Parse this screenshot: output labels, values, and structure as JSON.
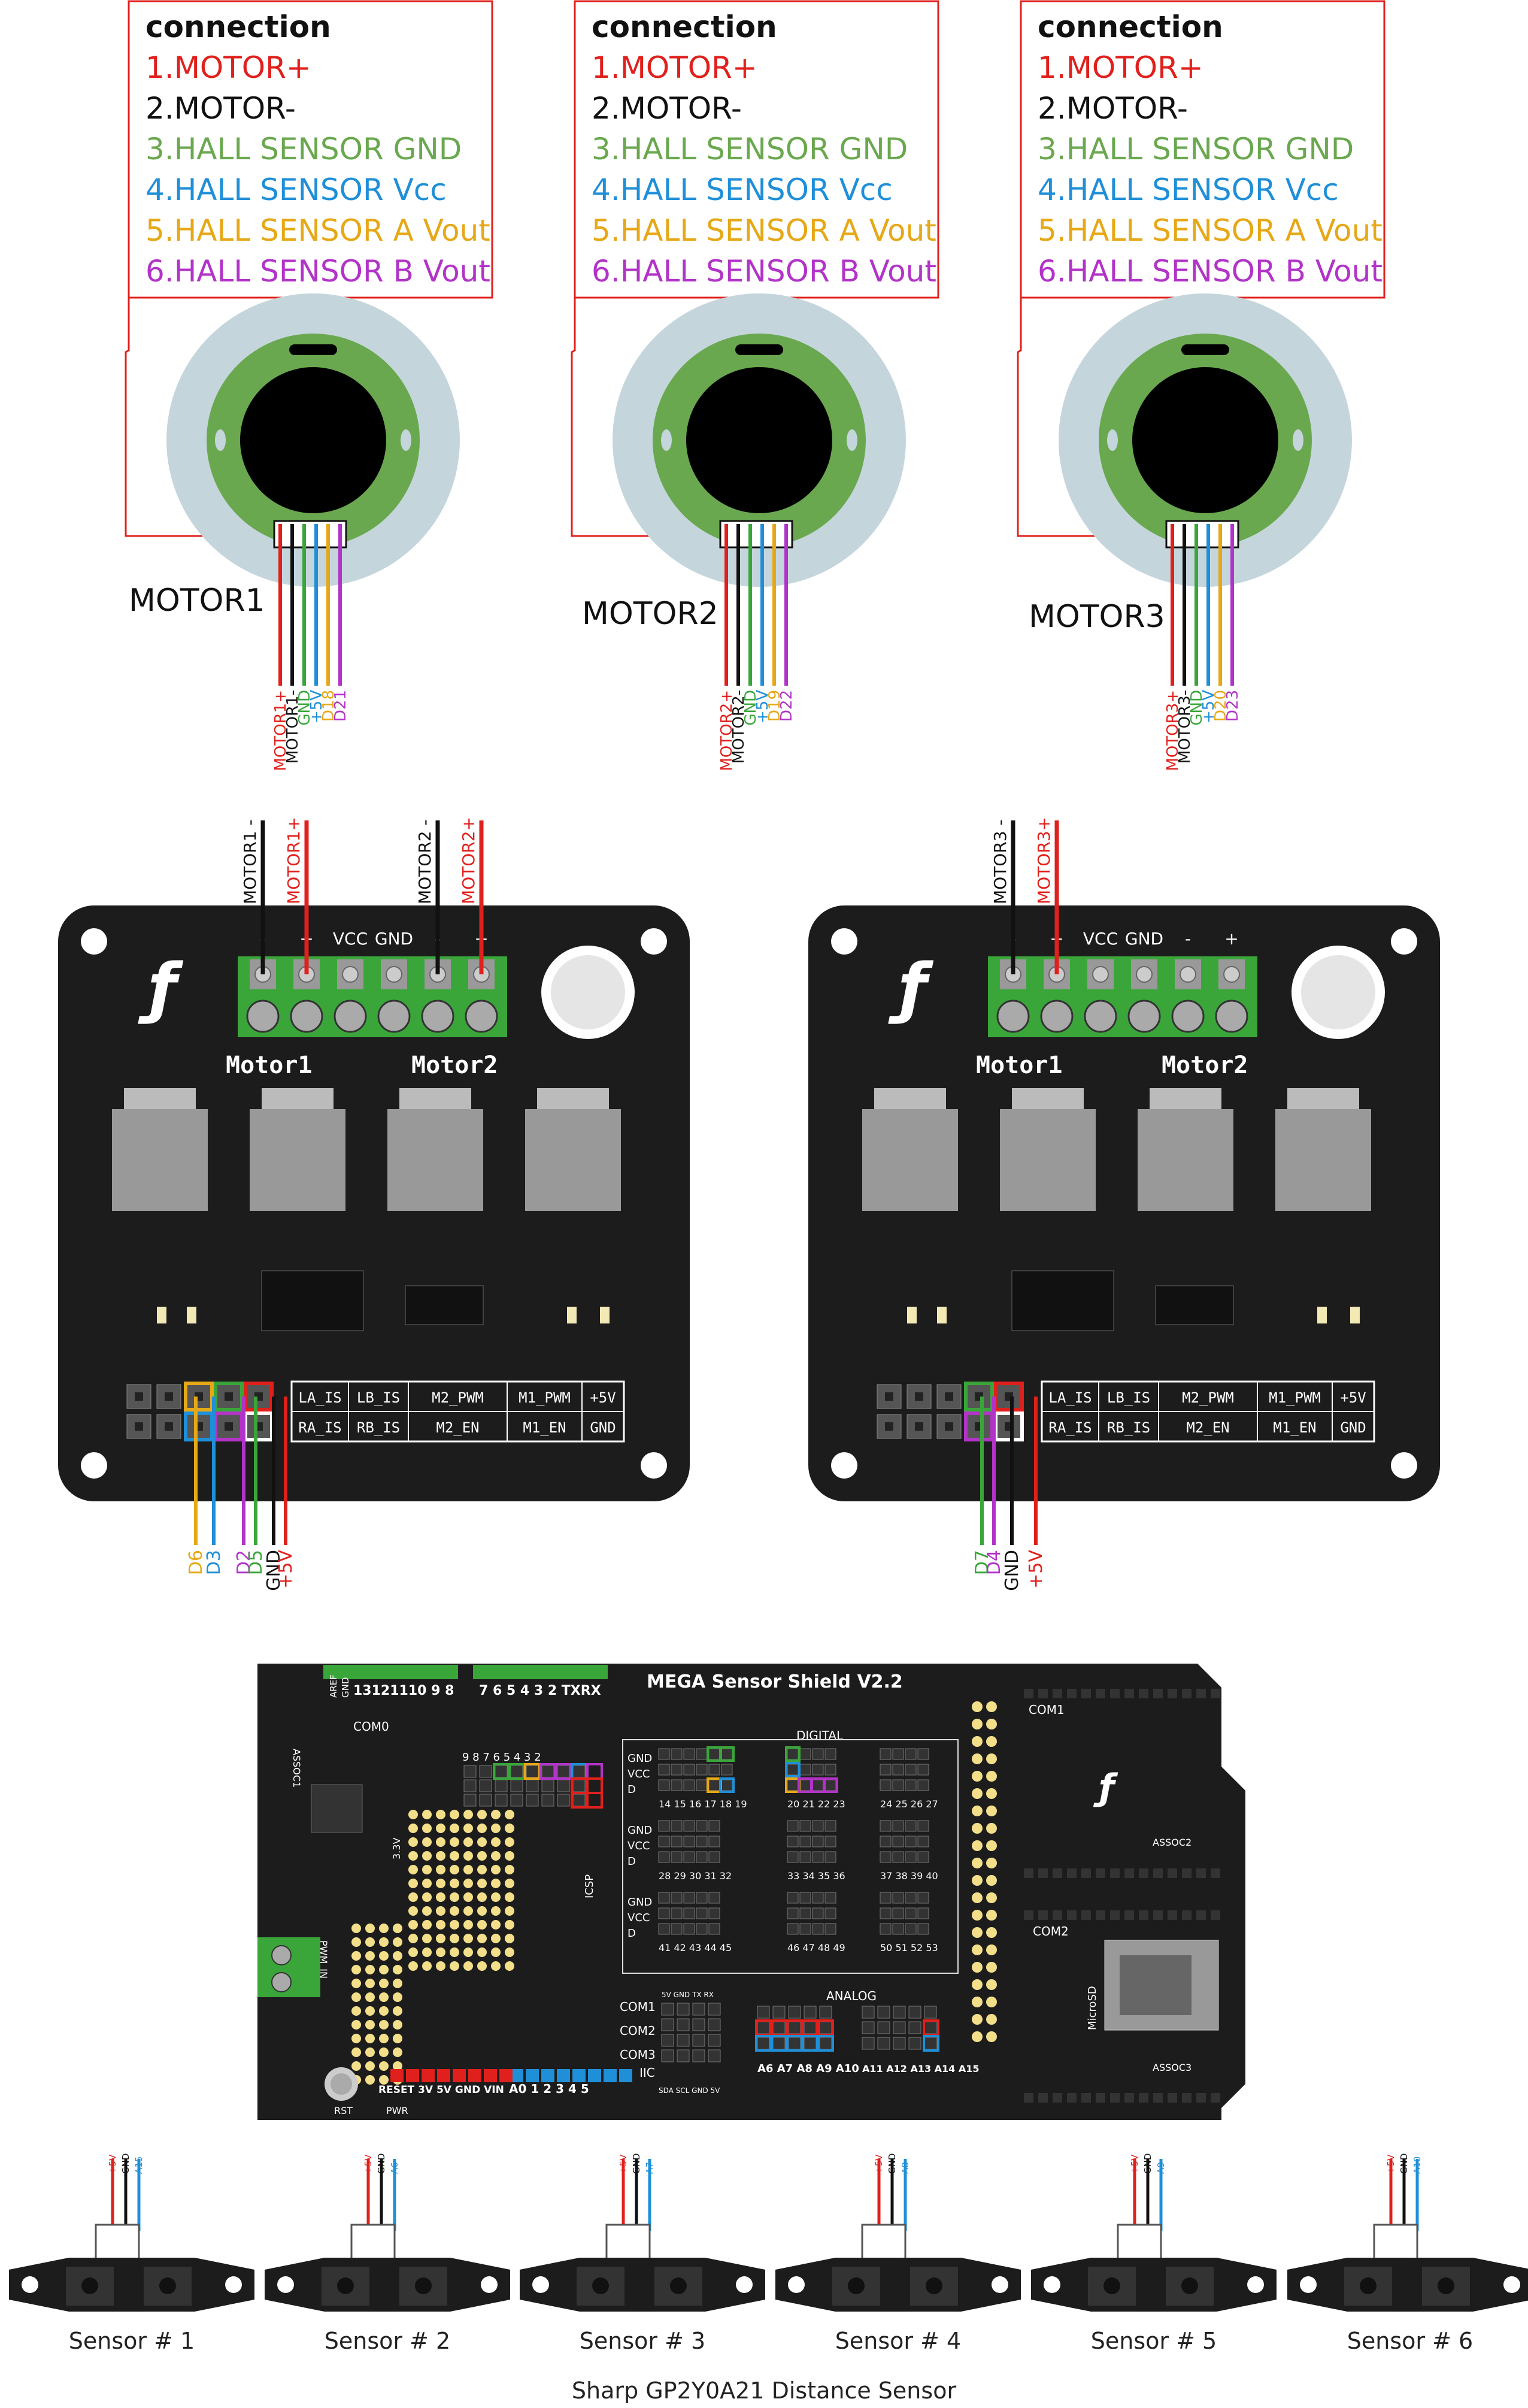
{
  "connection_box": {
    "title": "connection",
    "items": [
      {
        "text": "1.MOTOR+",
        "color": "#e0201c"
      },
      {
        "text": "2.MOTOR-",
        "color": "#111111"
      },
      {
        "text": "3.HALL SENSOR GND",
        "color": "#6aa84f"
      },
      {
        "text": "4.HALL SENSOR Vcc",
        "color": "#1f8fd8"
      },
      {
        "text": "5.HALL SENSOR A Vout",
        "color": "#e6a817"
      },
      {
        "text": "6.HALL SENSOR B Vout",
        "color": "#b233c8"
      }
    ]
  },
  "motors": [
    {
      "name": "MOTOR1",
      "wires": [
        "MOTOR1+",
        "MOTOR1-",
        "GND",
        "+5V",
        "D18",
        "D21"
      ]
    },
    {
      "name": "MOTOR2",
      "wires": [
        "MOTOR2+",
        "MOTOR2-",
        "GND",
        "+5V",
        "D19",
        "D22"
      ]
    },
    {
      "name": "MOTOR3",
      "wires": [
        "MOTOR3+",
        "MOTOR3-",
        "GND",
        "+5V",
        "D20",
        "D23"
      ]
    }
  ],
  "drivers": [
    {
      "top_wires": [
        "MOTOR1 -",
        "MOTOR1+",
        "MOTOR2 -",
        "MOTOR2+"
      ],
      "terminal_labels": [
        "-",
        "+",
        "VCC",
        "GND",
        "-",
        "+"
      ],
      "motor_labels": [
        "Motor1",
        "Motor2"
      ],
      "pin_table": [
        [
          "LA_IS",
          "LB_IS",
          "M2_PWM",
          "M1_PWM",
          "+5V"
        ],
        [
          "RA_IS",
          "RB_IS",
          "M2_EN",
          "M1_EN",
          "GND"
        ]
      ],
      "bottom_wires": [
        "D6",
        "D3",
        "D2",
        "D5",
        "GND",
        "+5V"
      ]
    },
    {
      "top_wires": [
        "MOTOR3 -",
        "MOTOR3+"
      ],
      "terminal_labels": [
        "-",
        "+",
        "VCC",
        "GND",
        "-",
        "+"
      ],
      "motor_labels": [
        "Motor1",
        "Motor2"
      ],
      "pin_table": [
        [
          "LA_IS",
          "LB_IS",
          "M2_PWM",
          "M1_PWM",
          "+5V"
        ],
        [
          "RA_IS",
          "RB_IS",
          "M2_EN",
          "M1_EN",
          "GND"
        ]
      ],
      "bottom_wires": [
        "D7",
        "D4",
        "GND",
        "+5V"
      ]
    }
  ],
  "shield": {
    "title": "MEGA Sensor Shield V2.2",
    "labels": {
      "aref": "AREF",
      "gnd": "GND",
      "top_pins_a": "13121110 9 8",
      "top_pins_b": "7 6 5 4 3 2 TXRX",
      "com0": "COM0",
      "com1": "COM1",
      "com2": "COM2",
      "assoc1": "ASSOC1",
      "assoc2": "ASSOC2",
      "assoc3": "ASSOC3",
      "digital": "DIGITAL",
      "analog": "ANALOG",
      "icsp": "ICSP",
      "pwr": "PWR",
      "rst": "RST",
      "reset": "RESET",
      "v33": "3.3V",
      "v5": "5V",
      "vin": "VIN",
      "microsd": "MicroSD",
      "pwm_in": "PWM_IN",
      "iic": "IIC",
      "com1s": "COM1",
      "com2s": "COM2",
      "com3s": "COM3",
      "dig_rows": [
        "14 15 16 17 18 19",
        "20 21 22 23",
        "24 25 26 27",
        "28 29 30 31 32",
        "33 34 35 36",
        "37 38 39 40",
        "41 42 43 44 45",
        "46 47 48 49",
        "50 51 52 53"
      ],
      "pwr_row": "9 8 7 6 5 4 3 2",
      "bottom_row": "RESET 3V 5V GND VIN",
      "analog_row": "A0 1 2 3 4 5",
      "a_bottom": "A6 A7 A8 A9 A10",
      "a_right": "A11 A12 A13 A14 A15",
      "gvd": [
        "GND",
        "VCC",
        "D"
      ],
      "iic_row": "SDA SCL GND 5V",
      "com_hdr": "5V GND TX RX"
    }
  },
  "sensors": [
    {
      "name": "Sensor # 1",
      "wires": [
        "+5V",
        "GND",
        "A15"
      ]
    },
    {
      "name": "Sensor # 2",
      "wires": [
        "+5V",
        "GND",
        "A6"
      ]
    },
    {
      "name": "Sensor # 3",
      "wires": [
        "+5V",
        "GND",
        "A7"
      ]
    },
    {
      "name": "Sensor # 4",
      "wires": [
        "+5V",
        "GND",
        "A8"
      ]
    },
    {
      "name": "Sensor # 5",
      "wires": [
        "+5V",
        "GND",
        "A9"
      ]
    },
    {
      "name": "Sensor # 6",
      "wires": [
        "+5V",
        "GND",
        "A10"
      ]
    }
  ],
  "caption": "Sharp GP2Y0A21 Distance Sensor",
  "colors": {
    "red": "#e0201c",
    "black": "#111111",
    "green": "#3aa63a",
    "blue": "#1f8fd8",
    "yellow": "#e6a817",
    "purple": "#b233c8",
    "board": "#1c1c1c",
    "terminal": "#3aa63a"
  }
}
